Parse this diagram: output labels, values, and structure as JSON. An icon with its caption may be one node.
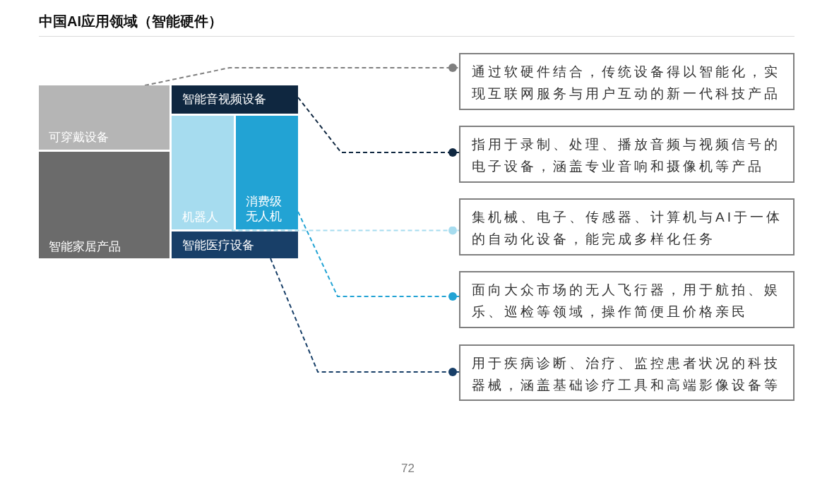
{
  "diagram": {
    "title": "中国AI应用领域（智能硬件）",
    "nodes": [
      {
        "text": [
          "可穿戴设备"
        ]
      },
      {
        "text": [
          "智能家居产品"
        ]
      },
      {
        "text": [
          "智能音视频设备"
        ]
      },
      {
        "text": [
          "机器人"
        ]
      },
      {
        "text": [
          "消费级无人机"
        ]
      },
      {
        "text": [
          "智能医疗设备"
        ]
      },
      {
        "text": [
          "通过软硬件结合，传统设备得以智能化，实现互联网服务与用户互动的新一代科技产品"
        ]
      },
      {
        "text": [
          "指用于录制、处理、播放音频与视频信号的电子设备，涵盖专业音响和摄像机等产品"
        ]
      },
      {
        "text": [
          "集机械、电子、传感器、计算机与AI于一体的自动化设备，能完成多样化任务"
        ]
      },
      {
        "text": [
          "面向大众市场的无人飞行器，用于航拍、娱乐、巡检等领域，操作简便且价格亲民"
        ]
      },
      {
        "text": [
          "用于疾病诊断、治疗、监控患者状况的科技器械，涵盖基础诊疗工具和高端影像设备等"
        ]
      }
    ],
    "edges": [
      {
        "from": 0,
        "to": 6,
        "arrow": "other",
        "style": "dashed",
        "color": "#7f7f7f"
      },
      {
        "from": 2,
        "to": 7,
        "arrow": "other",
        "style": "dashed",
        "color": "#0f2740"
      },
      {
        "from": 3,
        "to": 8,
        "arrow": "other",
        "style": "dashed",
        "color": "#a6dcef"
      },
      {
        "from": 4,
        "to": 9,
        "arrow": "other",
        "style": "dashed",
        "color": "#22a3d4"
      },
      {
        "from": 5,
        "to": 10,
        "arrow": "other",
        "style": "dashed",
        "color": "#183f68"
      }
    ],
    "labels": [
      "72"
    ]
  }
}
